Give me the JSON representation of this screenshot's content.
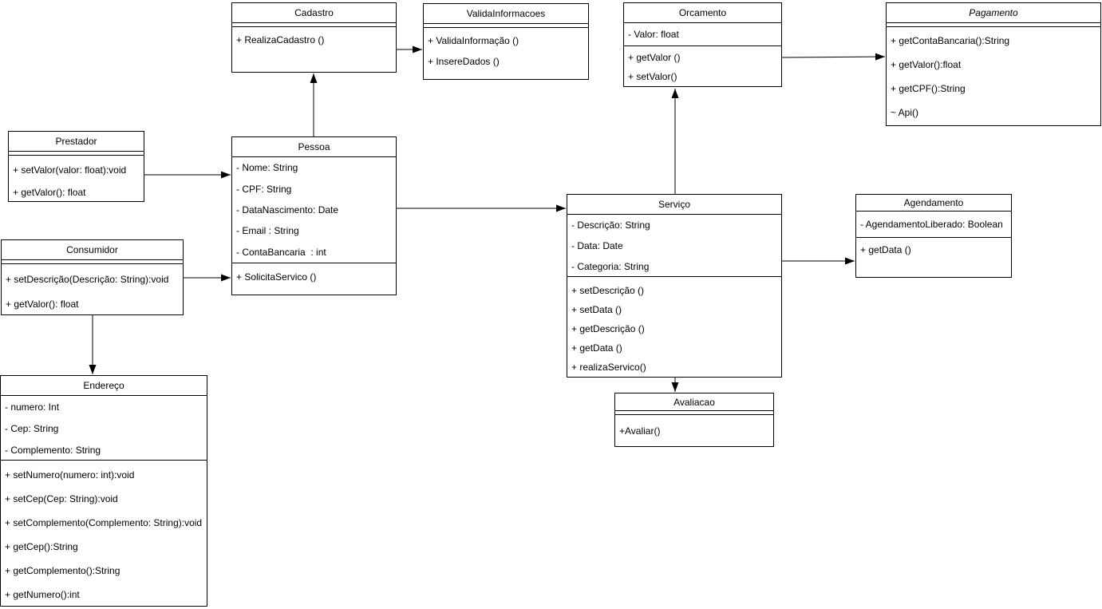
{
  "colors": {
    "stroke": "#000000",
    "fill": "#ffffff",
    "text": "#000000",
    "background": "#ffffff"
  },
  "diagram": {
    "type": "uml-class-diagram",
    "classes": [
      {
        "id": "cadastro",
        "name": "Cadastro",
        "abstract": false,
        "attributes": [],
        "methods": [
          "+ RealizaCadastro ()"
        ]
      },
      {
        "id": "validainformacoes",
        "name": "ValidaInformacoes",
        "abstract": false,
        "attributes": [],
        "methods": [
          "+ ValidaInformação ()",
          "+ InsereDados ()"
        ]
      },
      {
        "id": "orcamento",
        "name": "Orcamento",
        "abstract": false,
        "attributes": [
          "- Valor: float"
        ],
        "methods": [
          "+ getValor ()",
          "+ setValor()"
        ]
      },
      {
        "id": "pagamento",
        "name": "Pagamento",
        "abstract": true,
        "attributes": [],
        "methods": [
          "+ getContaBancaria():String",
          "+ getValor():float",
          "+ getCPF():String",
          "~ Api()"
        ]
      },
      {
        "id": "prestador",
        "name": "Prestador",
        "abstract": false,
        "attributes": [],
        "methods": [
          "+ setValor(valor: float):void",
          "+ getValor(): float"
        ]
      },
      {
        "id": "pessoa",
        "name": "Pessoa",
        "abstract": false,
        "attributes": [
          "- Nome: String",
          "- CPF: String",
          "- DataNascimento: Date",
          "- Email : String",
          "- ContaBancaria  : int"
        ],
        "methods": [
          "+ SolicitaServico ()"
        ]
      },
      {
        "id": "consumidor",
        "name": "Consumidor",
        "abstract": false,
        "attributes": [],
        "methods": [
          "+ setDescrição(Descrição: String):void",
          "+ getValor(): float"
        ]
      },
      {
        "id": "servico",
        "name": "Serviço",
        "abstract": false,
        "attributes": [
          "- Descrição: String",
          "- Data: Date",
          "- Categoria: String"
        ],
        "methods": [
          "+ setDescrição ()",
          "+ setData ()",
          "+ getDescrição ()",
          "+ getData ()",
          "+ realizaServico()"
        ]
      },
      {
        "id": "agendamento",
        "name": "Agendamento",
        "abstract": false,
        "attributes": [
          "- AgendamentoLiberado: Boolean"
        ],
        "methods": [
          "+ getData ()"
        ]
      },
      {
        "id": "endereco",
        "name": "Endereço",
        "abstract": false,
        "attributes": [
          "- numero: Int",
          "- Cep: String",
          "- Complemento: String"
        ],
        "methods": [
          "+ setNumero(numero: int):void",
          "+ setCep(Cep: String):void",
          "+ setComplemento(Complemento: String):void",
          "+ getCep():String",
          "+ getComplemento():String",
          "+ getNumero():int"
        ]
      },
      {
        "id": "avaliacao",
        "name": "Avaliacao",
        "abstract": false,
        "attributes": [],
        "methods": [
          "+Avaliar()"
        ]
      }
    ],
    "connections": [
      {
        "from": "Pessoa",
        "to": "Cadastro",
        "arrow": "open-triangle"
      },
      {
        "from": "Cadastro",
        "to": "ValidaInformacoes",
        "arrow": "open-triangle"
      },
      {
        "from": "Orcamento",
        "to": "Pagamento",
        "arrow": "open-triangle"
      },
      {
        "from": "Prestador",
        "to": "Pessoa",
        "arrow": "open-triangle"
      },
      {
        "from": "Consumidor",
        "to": "Pessoa",
        "arrow": "open-triangle"
      },
      {
        "from": "Consumidor",
        "to": "Endereço",
        "arrow": "open-triangle"
      },
      {
        "from": "Pessoa",
        "to": "Serviço",
        "arrow": "open-triangle"
      },
      {
        "from": "Serviço",
        "to": "Orcamento",
        "arrow": "open-triangle"
      },
      {
        "from": "Serviço",
        "to": "Agendamento",
        "arrow": "open-triangle"
      },
      {
        "from": "Serviço",
        "to": "Avaliacao",
        "arrow": "open-triangle"
      }
    ]
  }
}
